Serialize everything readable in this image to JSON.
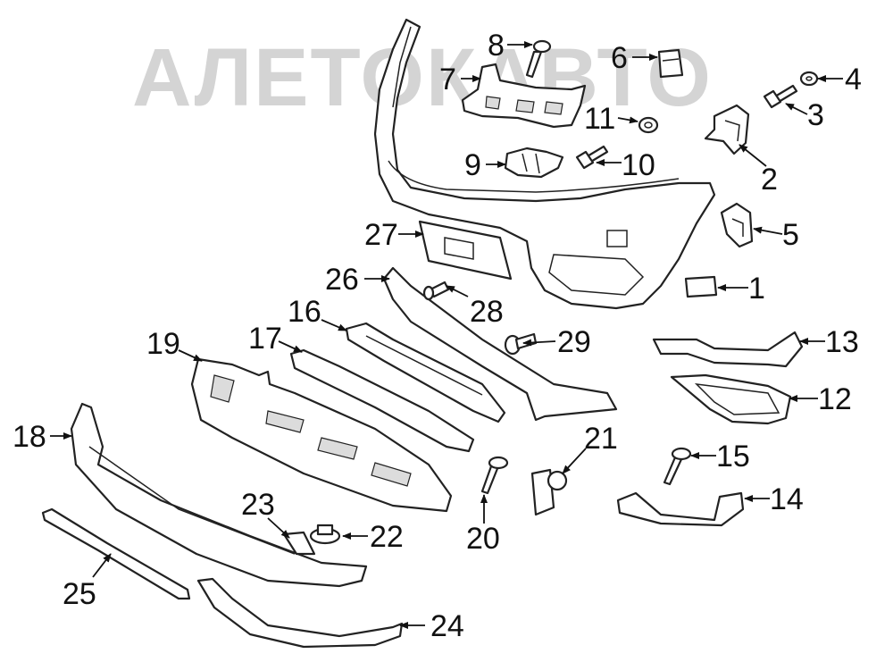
{
  "watermark": "АЛЕТОКАВТО",
  "colors": {
    "line": "#222222",
    "watermark": "#d4d4d4",
    "background": "#ffffff"
  },
  "callouts": {
    "c1": "1",
    "c2": "2",
    "c3": "3",
    "c4": "4",
    "c5": "5",
    "c6": "6",
    "c7": "7",
    "c8": "8",
    "c9": "9",
    "c10": "10",
    "c11": "11",
    "c12": "12",
    "c13": "13",
    "c14": "14",
    "c15": "15",
    "c16": "16",
    "c17": "17",
    "c18": "18",
    "c19": "19",
    "c20": "20",
    "c21": "21",
    "c22": "22",
    "c23": "23",
    "c24": "24",
    "c25": "25",
    "c26": "26",
    "c27": "27",
    "c28": "28",
    "c29": "29"
  }
}
